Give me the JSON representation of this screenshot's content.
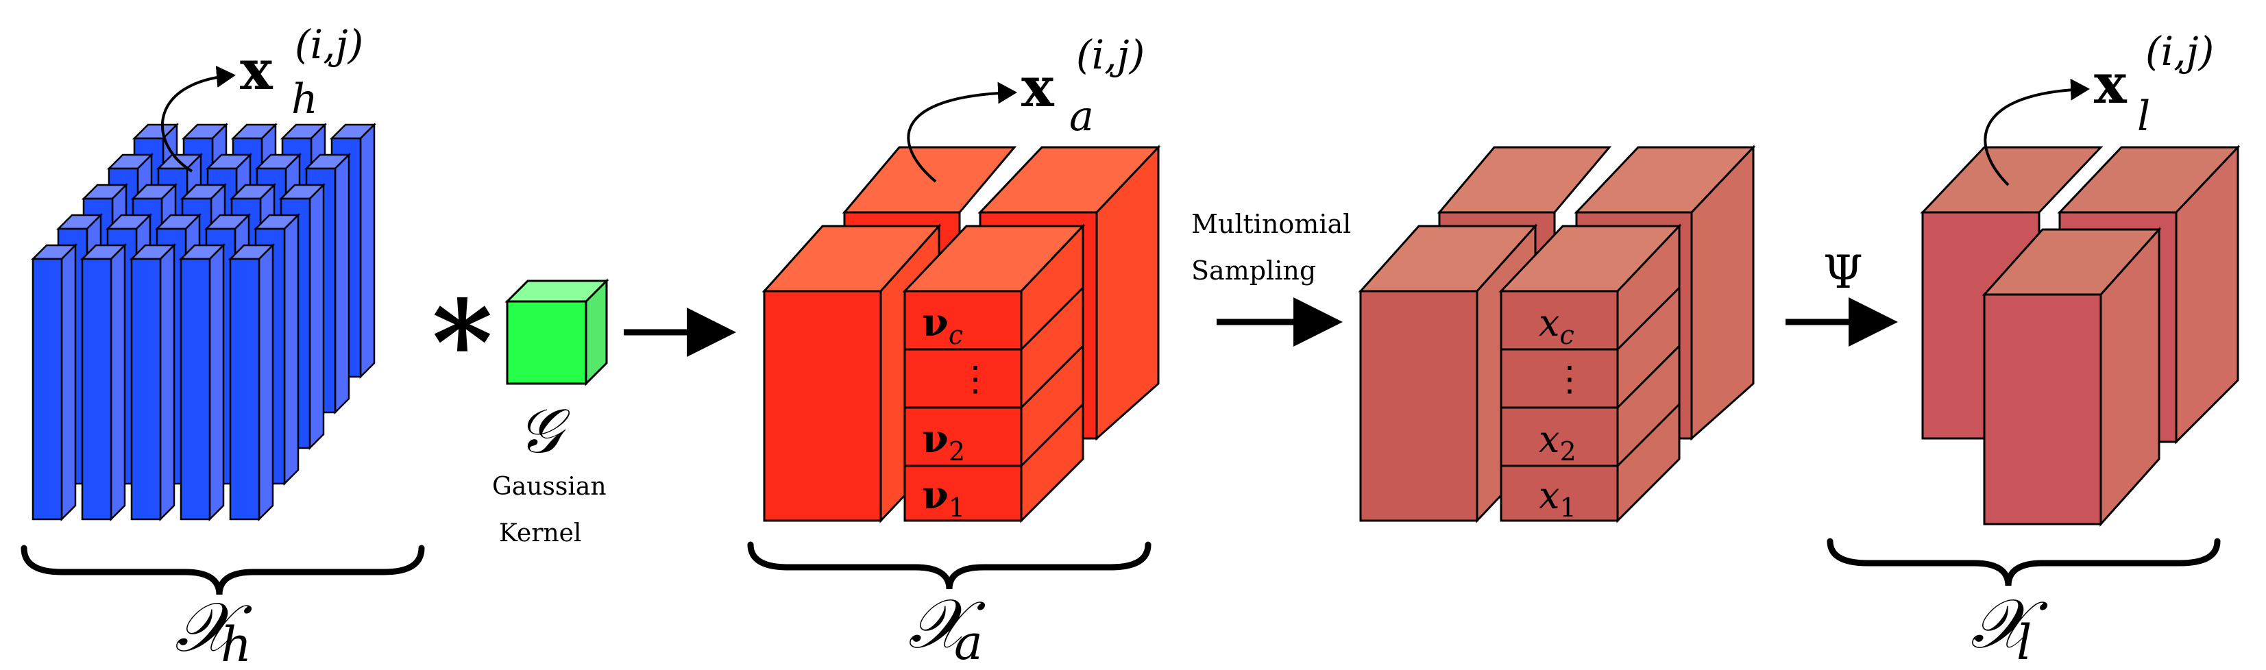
{
  "colors": {
    "high_res_face": "#1f4fff",
    "high_res_top": "#6f86ff",
    "high_res_side": "#4f6cff",
    "kernel": "#25ff4a",
    "kernel_top": "#8cff9c",
    "kernel_side": "#55e86a",
    "abundance_face": "#ff2a1a",
    "abundance_top": "#ff6a44",
    "abundance_side": "#ff4a2a",
    "sample_face": "#c85a55",
    "sample_top": "#d8806e",
    "sample_side": "#cf6d5f",
    "low_face": "#c9555a",
    "low_top": "#d27a6a",
    "low_side": "#cf6d62"
  },
  "icons": {
    "convolution": "asterisk-icon",
    "arrows": "right-arrow-icon",
    "pointer": "curved-arrow-icon",
    "group": "curly-brace-icon"
  },
  "labels": {
    "conv_symbol": "*",
    "kernel_symbol": "𝒢",
    "kernel_caption_1": "Gaussian",
    "kernel_caption_2": "Kernel",
    "sampling_caption_1": "Multinomial",
    "sampling_caption_2": "Sampling",
    "psi_symbol": "Ψ"
  },
  "pixels": {
    "high": {
      "vec": "x",
      "sub": "h",
      "sup": "(i,j)"
    },
    "abundance": {
      "vec": "x",
      "sub": "a",
      "sup": "(i,j)"
    },
    "low": {
      "vec": "x",
      "sub": "l",
      "sup": "(i,j)"
    }
  },
  "datasets": {
    "high": {
      "symbol": "𝒳",
      "sub": "h"
    },
    "abundance": {
      "symbol": "𝒳",
      "sub": "a"
    },
    "low": {
      "symbol": "𝒳",
      "sub": "l"
    }
  },
  "abundance_stack": {
    "top": {
      "sym": "ν",
      "sub": "c"
    },
    "dots": "⋮",
    "second": {
      "sym": "ν",
      "sub": "2"
    },
    "first": {
      "sym": "ν",
      "sub": "1"
    }
  },
  "sample_stack": {
    "top": {
      "sym": "x",
      "sub": "c"
    },
    "dots": "⋮",
    "second": {
      "sym": "x",
      "sub": "2"
    },
    "first": {
      "sym": "x",
      "sub": "1"
    }
  }
}
